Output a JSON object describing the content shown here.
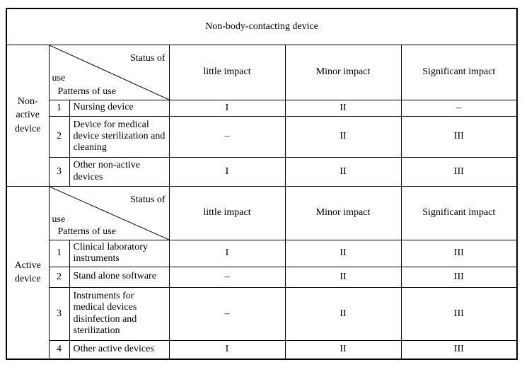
{
  "colors": {
    "background": "#ffffff",
    "border": "#000000",
    "text": "#000000"
  },
  "table": {
    "title": "Non-body-contacting device",
    "sections": [
      {
        "label": "Non-active device",
        "diagonal": {
          "status_line1": "Status of",
          "status_line2": "use",
          "patterns": "Patterns of use"
        },
        "impact_columns": [
          "little impact",
          "Minor impact",
          "Significant impact"
        ],
        "rows": [
          {
            "num": "1",
            "pattern": "Nursing device",
            "values": [
              "I",
              "II",
              "–"
            ]
          },
          {
            "num": "2",
            "pattern": "Device for medical device sterilization and cleaning",
            "values": [
              "–",
              "II",
              "III"
            ]
          },
          {
            "num": "3",
            "pattern": "Other non-active devices",
            "values": [
              "I",
              "II",
              "III"
            ]
          }
        ]
      },
      {
        "label": "Active device",
        "diagonal": {
          "status_line1": "Status of",
          "status_line2": "use",
          "patterns": "Patterns of use"
        },
        "impact_columns": [
          "little impact",
          "Minor impact",
          "Significant impact"
        ],
        "rows": [
          {
            "num": "1",
            "pattern": "Clinical laboratory instruments",
            "values": [
              "I",
              "II",
              "III"
            ]
          },
          {
            "num": "2",
            "pattern": "Stand alone software",
            "values": [
              "–",
              "II",
              "III"
            ]
          },
          {
            "num": "3",
            "pattern": "Instruments for medical devices disinfection and sterilization",
            "values": [
              "–",
              "II",
              "III"
            ]
          },
          {
            "num": "4",
            "pattern": "Other active devices",
            "values": [
              "I",
              "II",
              "III"
            ]
          }
        ]
      }
    ]
  }
}
